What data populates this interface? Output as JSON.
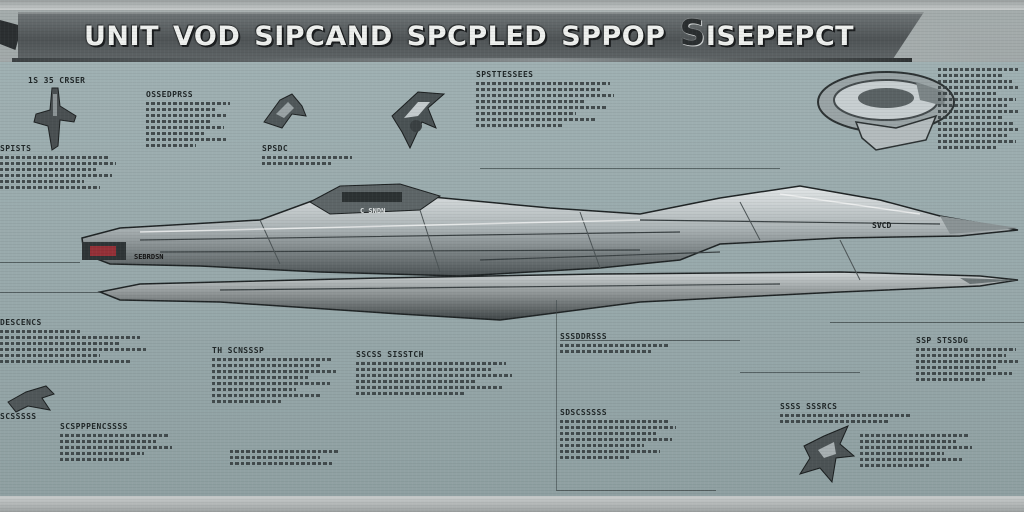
{
  "title": {
    "words": [
      "UNIT",
      "VOD",
      "SIPCAND",
      "SPCPLED",
      "SPPOP",
      "S",
      "ISEPEPCT"
    ]
  },
  "labels": {
    "tl1": "1S 35 CRSER",
    "tl2": "OSSEDPRSS",
    "tl3": "DESCENCS",
    "tl4": "SPISTS",
    "tc1": "SPSTTESSEES",
    "tc2": "SPSDC",
    "mid1": "TH SCNSSSP",
    "mid2": "SSCSS SISSTCH",
    "mid3": "SSSDDRSSS",
    "mid4": "SDSCSSSSS",
    "r1": "SSP STSSDG",
    "r2": "SSSS SSSRCS",
    "bl1": "SCSSSSS",
    "bl2": "SCSPPPENCSSSS",
    "ship_tag": "SVCD",
    "ship_tag2": "SEBRDSN",
    "ship_tag3": "C SNDN"
  },
  "colors": {
    "hull": "#c9cfd1",
    "hull_dark": "#3e4446",
    "panel": "#9fb0b2",
    "banner": "#555a5c",
    "text": "#1f2627",
    "engine_glow": "#b8303a"
  }
}
